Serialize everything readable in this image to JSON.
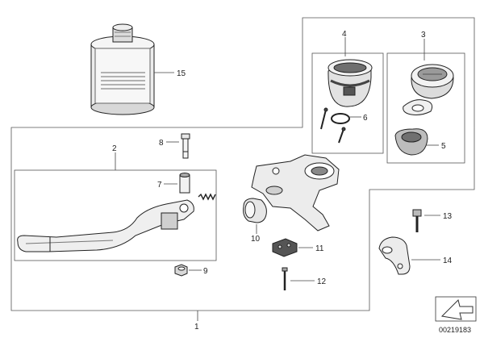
{
  "diagram": {
    "reference_code": "00219183",
    "callouts": [
      {
        "id": "1",
        "label": "1"
      },
      {
        "id": "2",
        "label": "2"
      },
      {
        "id": "3",
        "label": "3"
      },
      {
        "id": "4",
        "label": "4"
      },
      {
        "id": "5",
        "label": "5"
      },
      {
        "id": "6",
        "label": "6"
      },
      {
        "id": "7",
        "label": "7"
      },
      {
        "id": "8",
        "label": "8"
      },
      {
        "id": "9",
        "label": "9"
      },
      {
        "id": "10",
        "label": "10"
      },
      {
        "id": "11",
        "label": "11"
      },
      {
        "id": "12",
        "label": "12"
      },
      {
        "id": "13",
        "label": "13"
      },
      {
        "id": "14",
        "label": "14"
      },
      {
        "id": "15",
        "label": "15"
      }
    ]
  }
}
